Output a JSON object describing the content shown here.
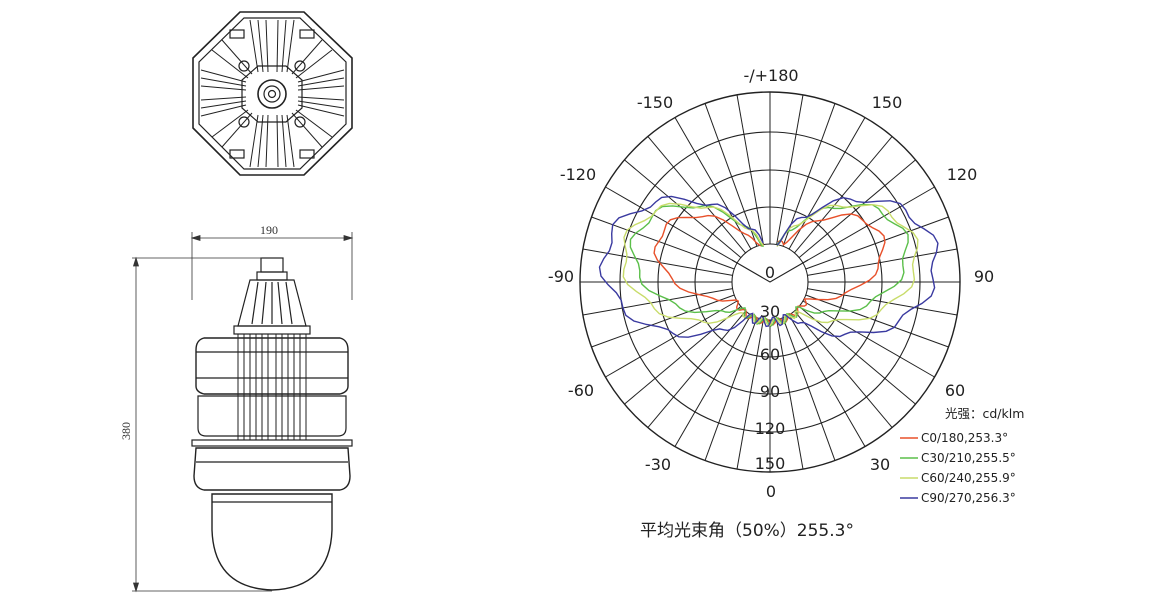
{
  "dimensions": {
    "width": "190",
    "height": "380"
  },
  "polar": {
    "angle_labels": {
      "top": "-/+180",
      "a_n150": "-150",
      "a_150": "150",
      "a_n120": "-120",
      "a_120": "120",
      "a_n90": "-90",
      "a_90": "90",
      "a_n60": "-60",
      "a_60": "60",
      "a_n30": "-30",
      "a_30": "30",
      "bottom": "0"
    },
    "ring_labels": [
      "0",
      "30",
      "60",
      "90",
      "120",
      "150"
    ],
    "unit": "光强：cd/klm",
    "legend": [
      {
        "label": "C0/180,253.3°",
        "color": "#e8502a"
      },
      {
        "label": "C30/210,255.5°",
        "color": "#5bbf4a"
      },
      {
        "label": "C60/240,255.9°",
        "color": "#c8dc6a"
      },
      {
        "label": "C90/270,256.3°",
        "color": "#3a3aa0"
      }
    ]
  },
  "caption": "平均光束角（50%）255.3°"
}
